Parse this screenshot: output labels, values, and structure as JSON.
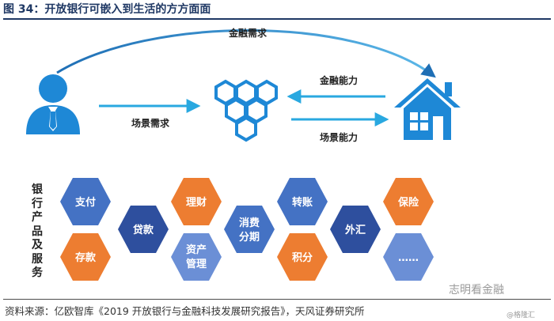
{
  "title": "图 34：开放银行可嵌入到生活的方方面面",
  "labels": {
    "top_arrow": "金融需求",
    "user_to_bank": "场景需求",
    "home_to_bank": "金融能力",
    "bank_to_home": "场景能力"
  },
  "vertical_label": "银行产品及服务",
  "hexes": {
    "h1": "支付",
    "h2": "存款",
    "h3": "贷款",
    "h4": "理财",
    "h5": "资产",
    "h5b": "管理",
    "h6": "消费",
    "h6b": "分期",
    "h7": "转账",
    "h8": "积分",
    "h9": "外汇",
    "h10": "保险",
    "h11": "……"
  },
  "colors": {
    "blue": "#4472c4",
    "orange": "#ed7d31",
    "light_blue": "#6b8fd6",
    "navy": "#2e4f9e",
    "arrow": "#29a8e0",
    "icon": "#1e88d6"
  },
  "source": "资料来源：亿欧智库《2019 开放银行与金融科技发展研究报告》，天风证券研究所",
  "watermark": "志明看金融",
  "watermark2": "@格隆汇"
}
